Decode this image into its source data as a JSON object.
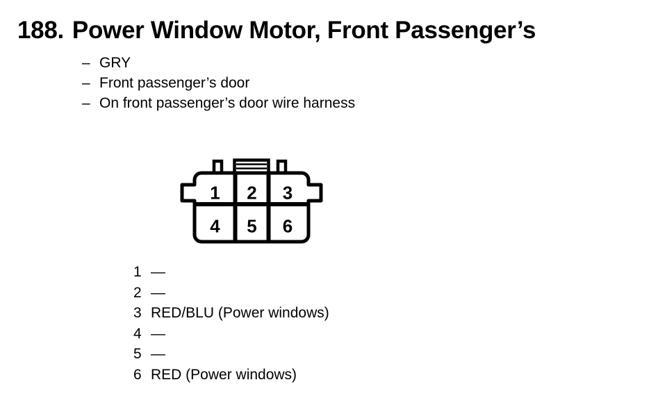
{
  "header": {
    "number": "188.",
    "title": "Power Window Motor, Front Passenger’s"
  },
  "marks": {
    "dash": "–"
  },
  "bullets": [
    "GRY",
    "Front passenger’s door",
    "On front passenger’s door wire harness"
  ],
  "connector": {
    "pins": [
      "1",
      "2",
      "3",
      "4",
      "5",
      "6"
    ]
  },
  "pin_list": [
    {
      "pin": "1",
      "value": "—"
    },
    {
      "pin": "2",
      "value": "—"
    },
    {
      "pin": "3",
      "value": "RED/BLU (Power windows)"
    },
    {
      "pin": "4",
      "value": "—"
    },
    {
      "pin": "5",
      "value": "—"
    },
    {
      "pin": "6",
      "value": "RED (Power windows)"
    }
  ],
  "colors": {
    "ink": "#000000",
    "paper": "#ffffff"
  }
}
